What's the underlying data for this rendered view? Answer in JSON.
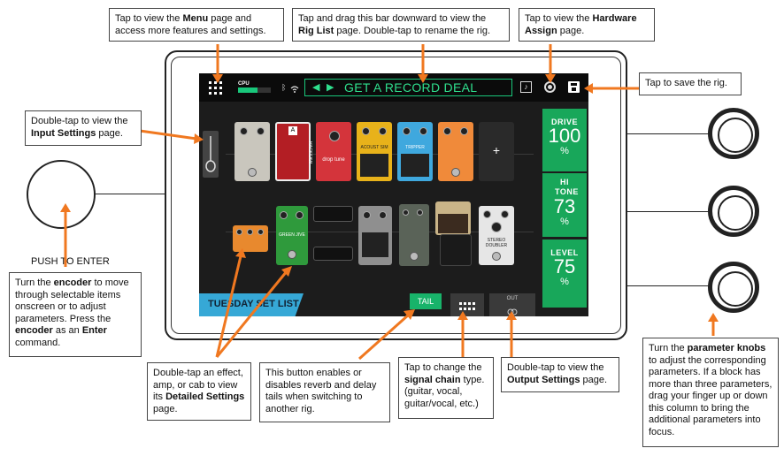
{
  "callouts": {
    "menu": {
      "pre": "Tap to view the ",
      "b": "Menu",
      "post": " page and access more features and settings."
    },
    "riglist": {
      "pre": "Tap and drag this bar downward to view the ",
      "b": "Rig List",
      "post": " page. Double-tap to rename the rig."
    },
    "hardware": {
      "pre": "Tap to view the ",
      "b": "Hardware Assign",
      "post": " page."
    },
    "save": {
      "text": "Tap to save the rig."
    },
    "input": {
      "pre": "Double-tap to view the ",
      "b": "Input Settings",
      "post": " page."
    },
    "encoder": {
      "p1": "Turn the ",
      "b1": "encoder",
      "p2": " to move through selectable items onscreen or to adjust parameters. Press the ",
      "b2": "encoder",
      "p3": " as an ",
      "b3": "Enter",
      "p4": " command."
    },
    "effect": {
      "pre": "Double-tap an effect, amp, or cab to view its ",
      "b": "Detailed Settings",
      "post": " page."
    },
    "tail": {
      "text": "This button enables or disables reverb and delay tails when switching to another rig."
    },
    "chain": {
      "pre": "Tap to change the ",
      "b": "signal chain",
      "post": " type. (guitar, vocal, guitar/vocal, etc.)"
    },
    "output": {
      "pre": "Double-tap to view the ",
      "b": "Output Settings",
      "post": " page."
    },
    "knobs": {
      "pre": "Turn the ",
      "b": "parameter knobs",
      "post": " to adjust the corresponding parameters. If a block has more than three parameters, drag your finger up or down this column to bring the additional parameters into focus."
    }
  },
  "push_to_enter": "PUSH TO ENTER",
  "screen": {
    "cpu_label": "CPU",
    "rig_name": "GET A RECORD DEAL",
    "setlist": "TUESDAY SET LIST",
    "tail_label": "TAIL",
    "out_label": "OUT",
    "add_symbol": "+",
    "pedal_labels": {
      "hacksaw": "HACKSAW",
      "drop_tune": "drop tune",
      "acoustic_sim": "ACOUST SIM",
      "tripper": "TRIPPER",
      "green_jive": "GREEN JIVE",
      "stereo_doubler": "STEREO DOUBLER"
    },
    "params": [
      {
        "label": "DRIVE",
        "value": "100",
        "unit": "%"
      },
      {
        "label": "HI TONE",
        "value": "73",
        "unit": "%"
      },
      {
        "label": "LEVEL",
        "value": "75",
        "unit": "%"
      }
    ]
  },
  "colors": {
    "accent_orange": "#f07820",
    "param_green": "#18a75a",
    "rig_green": "#2fe08e",
    "setlist_blue": "#36a8d6"
  },
  "icons": [
    "menu-grid-icon",
    "bluetooth-icon",
    "wifi-icon",
    "arrow-left-icon",
    "arrow-right-icon",
    "tuner-icon",
    "hardware-assign-icon",
    "save-icon",
    "guitar-input-icon",
    "signal-chain-icon",
    "output-icon"
  ]
}
